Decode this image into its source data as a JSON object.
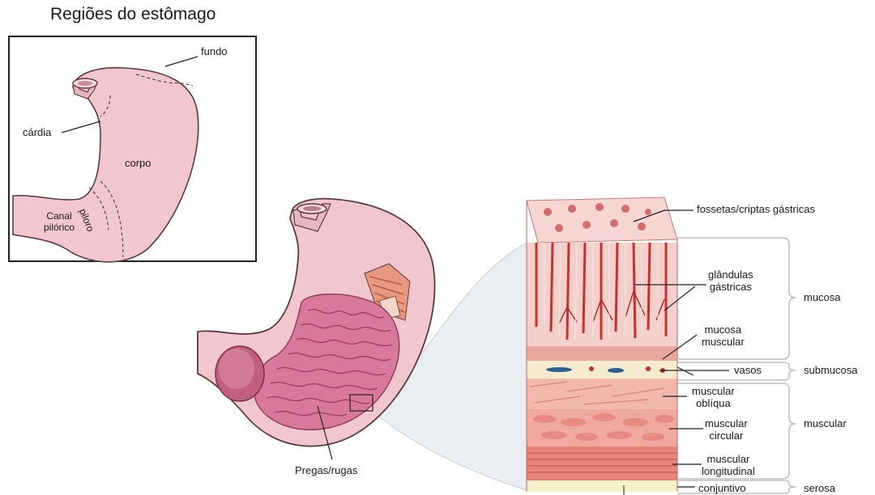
{
  "inset": {
    "title": "Regiões do estômago",
    "labels": {
      "fundo": "fundo",
      "cardia": "cárdia",
      "corpo": "corpo",
      "canal": "Canal\npilórico",
      "piloro": "piloro"
    }
  },
  "main": {
    "pregas": "Pregas/rugas"
  },
  "layers": {
    "fossetas": "fossetas/criptas gástricas",
    "glandulas": "glândulas\ngástricas",
    "mucosa_muscular": "mucosa\nmuscular",
    "vasos": "vasos",
    "muscular_obliqua": "muscular\noblíqua",
    "muscular_circular": "muscular\ncircular",
    "muscular_longitudinal": "muscular\nlongitudinal",
    "conjuntivo": "conjuntivo"
  },
  "groups": {
    "mucosa": "mucosa",
    "submucosa": "submucosa",
    "muscular": "muscular",
    "serosa": "serosa"
  },
  "colors": {
    "stomach_fill": "#f2c6cf",
    "stomach_stroke": "#5a3a40",
    "rugae": "#c9577b",
    "tissue_light": "#f4d0cc",
    "tissue_red": "#d3443f",
    "submucosa": "#f5ecd0",
    "bracket": "#bfbfbf"
  }
}
